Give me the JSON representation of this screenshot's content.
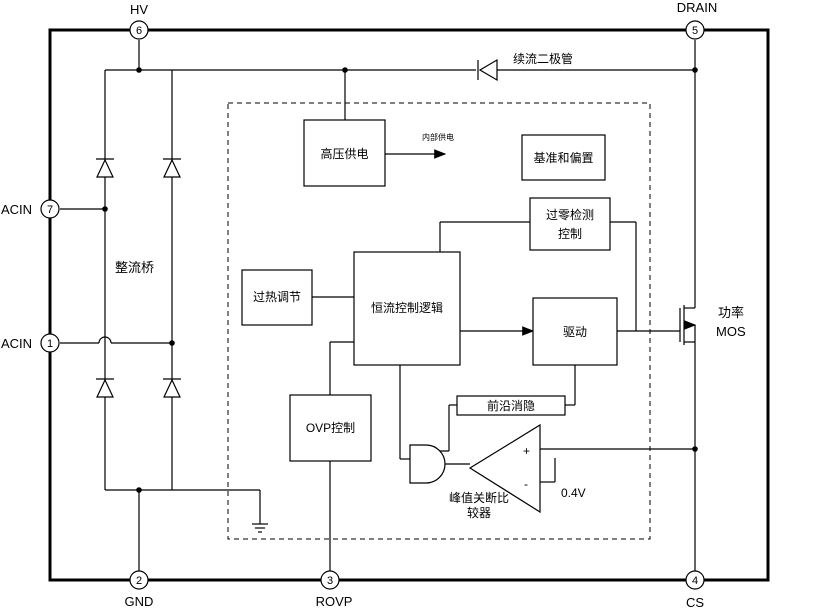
{
  "pins": {
    "hv": {
      "number": "6",
      "label": "HV"
    },
    "drain": {
      "number": "5",
      "label": "DRAIN"
    },
    "acin_top": {
      "number": "7",
      "label": "ACIN"
    },
    "acin_bottom": {
      "number": "1",
      "label": "ACIN"
    },
    "gnd": {
      "number": "2",
      "label": "GND"
    },
    "rovp": {
      "number": "3",
      "label": "ROVP"
    },
    "cs": {
      "number": "4",
      "label": "CS"
    }
  },
  "blocks": {
    "high_voltage_supply": "高压供电",
    "internal_supply": "内部供电",
    "reference_bias": "基准和偏置",
    "zero_cross_detect": [
      "过零检测",
      "控制"
    ],
    "thermal_regulation": "过热调节",
    "cc_control_logic": "恒流控制逻辑",
    "driver": "驱动",
    "leading_edge_blanking": "前沿消隐",
    "ovp_control": "OVP控制",
    "peak_comparator": [
      "峰值关断比",
      "较器"
    ]
  },
  "labels": {
    "freewheel_diode": "续流二极管",
    "rectifier_bridge": "整流桥",
    "power_mos": [
      "功率",
      "MOS"
    ],
    "comparator_plus": "+",
    "comparator_minus": "-",
    "reference_voltage": "0.4V"
  }
}
